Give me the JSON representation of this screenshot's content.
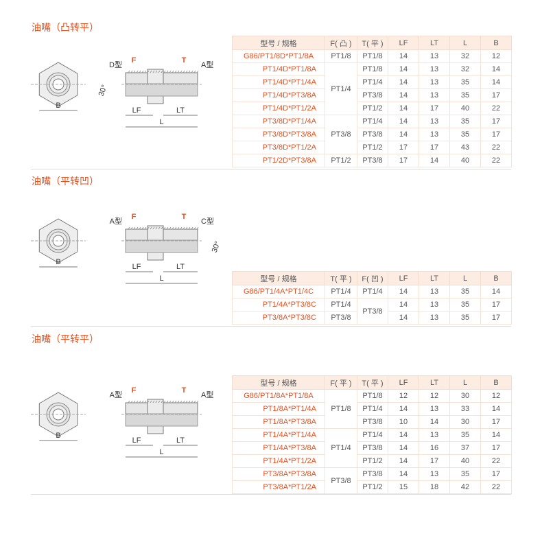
{
  "accent": "#e8501e",
  "sections": [
    {
      "title": "油嘴（凸转平）",
      "drawing": {
        "left_type": "D型",
        "right_type": "A型",
        "f": "F",
        "t": "T",
        "angle": "30°",
        "lf": "LF",
        "lt": "LT",
        "l": "L",
        "b": "B",
        "angle_side": "left"
      },
      "headers": [
        "型号 / 规格",
        "F( 凸 )",
        "T( 平 )",
        "LF",
        "LT",
        "L",
        "B"
      ],
      "rows": [
        {
          "model": "G86/PT1/8D*PT1/8A",
          "c1": "PT1/8",
          "c1span": 1,
          "c2": "PT1/8",
          "c2span": 1,
          "lf": "14",
          "lt": "13",
          "l": "32",
          "b": "12"
        },
        {
          "model": "PT1/4D*PT1/8A",
          "c1": "PT1/4",
          "c1span": 4,
          "c2": "PT1/8",
          "c2span": 1,
          "lf": "14",
          "lt": "13",
          "l": "32",
          "b": "14"
        },
        {
          "model": "PT1/4D*PT1/4A",
          "c2": "PT1/4",
          "c2span": 1,
          "lf": "14",
          "lt": "13",
          "l": "35",
          "b": "14"
        },
        {
          "model": "PT1/4D*PT3/8A",
          "c2": "PT3/8",
          "c2span": 1,
          "lf": "14",
          "lt": "13",
          "l": "35",
          "b": "17"
        },
        {
          "model": "PT1/4D*PT1/2A",
          "c2": "PT1/2",
          "c2span": 1,
          "lf": "14",
          "lt": "17",
          "l": "40",
          "b": "22"
        },
        {
          "model": "PT3/8D*PT1/4A",
          "c1": "PT3/8",
          "c1span": 3,
          "c2": "PT1/4",
          "c2span": 1,
          "lf": "14",
          "lt": "13",
          "l": "35",
          "b": "17"
        },
        {
          "model": "PT3/8D*PT3/8A",
          "c2": "PT3/8",
          "c2span": 1,
          "lf": "14",
          "lt": "13",
          "l": "35",
          "b": "17"
        },
        {
          "model": "PT3/8D*PT1/2A",
          "c2": "PT1/2",
          "c2span": 1,
          "lf": "17",
          "lt": "17",
          "l": "43",
          "b": "22"
        },
        {
          "model": "PT1/2D*PT3/8A",
          "c1": "PT1/2",
          "c1span": 1,
          "c2": "PT3/8",
          "c2span": 1,
          "lf": "17",
          "lt": "14",
          "l": "40",
          "b": "22"
        }
      ]
    },
    {
      "title": "油嘴（平转凹）",
      "drawing": {
        "left_type": "A型",
        "right_type": "C型",
        "f": "F",
        "t": "T",
        "angle": "30°",
        "lf": "LF",
        "lt": "LT",
        "l": "L",
        "b": "B",
        "angle_side": "right"
      },
      "headers": [
        "型号 / 规格",
        "T( 平 )",
        "F( 凹 )",
        "LF",
        "LT",
        "L",
        "B"
      ],
      "rows": [
        {
          "model": "G86/PT1/4A*PT1/4C",
          "c1": "PT1/4",
          "c1span": 1,
          "c2": "PT1/4",
          "c2span": 1,
          "lf": "14",
          "lt": "13",
          "l": "35",
          "b": "14"
        },
        {
          "model": "PT1/4A*PT3/8C",
          "c1": "PT1/4",
          "c1span": 1,
          "c2": "PT3/8",
          "c2span": 2,
          "lf": "14",
          "lt": "13",
          "l": "35",
          "b": "17"
        },
        {
          "model": "PT3/8A*PT3/8C",
          "c1": "PT3/8",
          "c1span": 1,
          "lf": "14",
          "lt": "13",
          "l": "35",
          "b": "17"
        }
      ]
    },
    {
      "title": "油嘴（平转平）",
      "drawing": {
        "left_type": "A型",
        "right_type": "A型",
        "f": "F",
        "t": "T",
        "lf": "LF",
        "lt": "LT",
        "l": "L",
        "b": "B",
        "angle_side": "none"
      },
      "headers": [
        "型号 / 规格",
        "F( 平 )",
        "T( 平 )",
        "LF",
        "LT",
        "L",
        "B"
      ],
      "rows": [
        {
          "model": "G86/PT1/8A*PT1/8A",
          "c1": "PT1/8",
          "c1span": 3,
          "c2": "PT1/8",
          "c2span": 1,
          "lf": "12",
          "lt": "12",
          "l": "30",
          "b": "12"
        },
        {
          "model": "PT1/8A*PT1/4A",
          "c2": "PT1/4",
          "c2span": 1,
          "lf": "14",
          "lt": "13",
          "l": "33",
          "b": "14"
        },
        {
          "model": "PT1/8A*PT3/8A",
          "c2": "PT3/8",
          "c2span": 1,
          "lf": "10",
          "lt": "14",
          "l": "30",
          "b": "17"
        },
        {
          "model": "PT1/4A*PT1/4A",
          "c1": "PT1/4",
          "c1span": 3,
          "c2": "PT1/4",
          "c2span": 1,
          "lf": "14",
          "lt": "13",
          "l": "35",
          "b": "14"
        },
        {
          "model": "PT1/4A*PT3/8A",
          "c2": "PT3/8",
          "c2span": 1,
          "lf": "14",
          "lt": "16",
          "l": "37",
          "b": "17"
        },
        {
          "model": "PT1/4A*PT1/2A",
          "c2": "PT1/2",
          "c2span": 1,
          "lf": "14",
          "lt": "17",
          "l": "40",
          "b": "22"
        },
        {
          "model": "PT3/8A*PT3/8A",
          "c1": "PT3/8",
          "c1span": 2,
          "c2": "PT3/8",
          "c2span": 1,
          "lf": "14",
          "lt": "13",
          "l": "35",
          "b": "17"
        },
        {
          "model": "PT3/8A*PT1/2A",
          "c2": "PT1/2",
          "c2span": 1,
          "lf": "15",
          "lt": "18",
          "l": "42",
          "b": "22"
        }
      ]
    }
  ]
}
